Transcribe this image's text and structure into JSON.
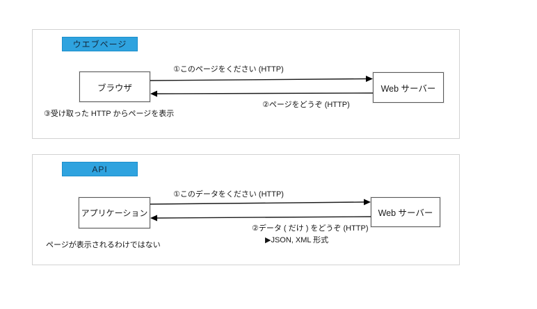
{
  "colors": {
    "accent_blue": "#2fa3df",
    "box_border": "#5a5a5a",
    "panel_border": "#d2d2d2",
    "text": "#1a1a1a"
  },
  "panel_web": {
    "badge": "ウエブページ",
    "left_box": "ブラウザ",
    "right_box": "Web サーバー",
    "request_label": "①このページをください (HTTP)",
    "response_label": "②ページをどうぞ (HTTP)",
    "note": "③受け取った HTTP からページを表示"
  },
  "panel_api": {
    "badge": "API",
    "left_box": "アプリケーション",
    "right_box": "Web サーバー",
    "request_label": "①このデータをください (HTTP)",
    "response_label": "②データ ( だけ ) をどうぞ (HTTP)",
    "format_note": "▶JSON, XML 形式",
    "note": "ページが表示されるわけではない"
  }
}
